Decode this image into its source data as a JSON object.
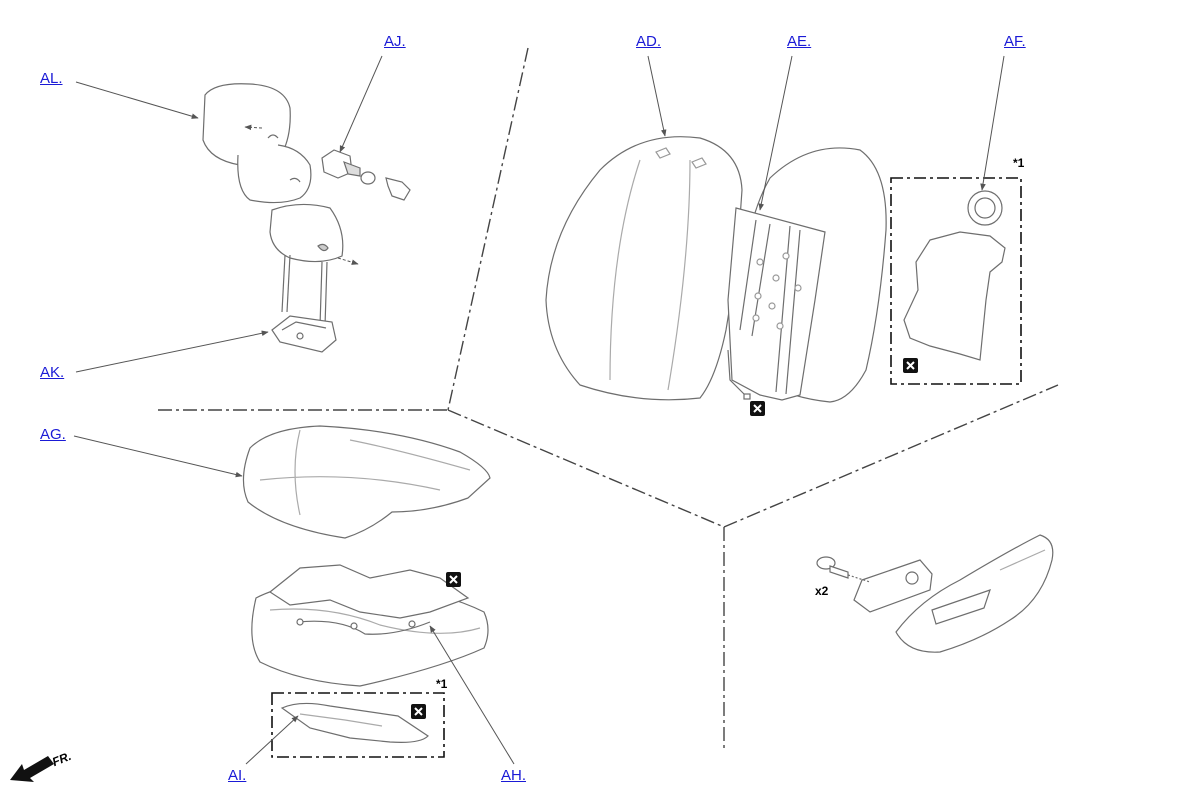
{
  "callouts": {
    "al": "AL.",
    "aj": "AJ.",
    "ad": "AD.",
    "ae": "AE.",
    "af": "AF.",
    "ak": "AK.",
    "ag": "AG.",
    "ai": "AI.",
    "ah": "AH."
  },
  "notes": {
    "star1_top": "*1",
    "star1_bottom": "*1",
    "quantity": "x2",
    "front": "FR."
  },
  "colors": {
    "callout_link": "#1a1ad6",
    "line": "#000000",
    "part_outline": "#6e6e6e"
  },
  "icons": [
    "non-reusable-part-icon",
    "front-direction-arrow-icon"
  ]
}
